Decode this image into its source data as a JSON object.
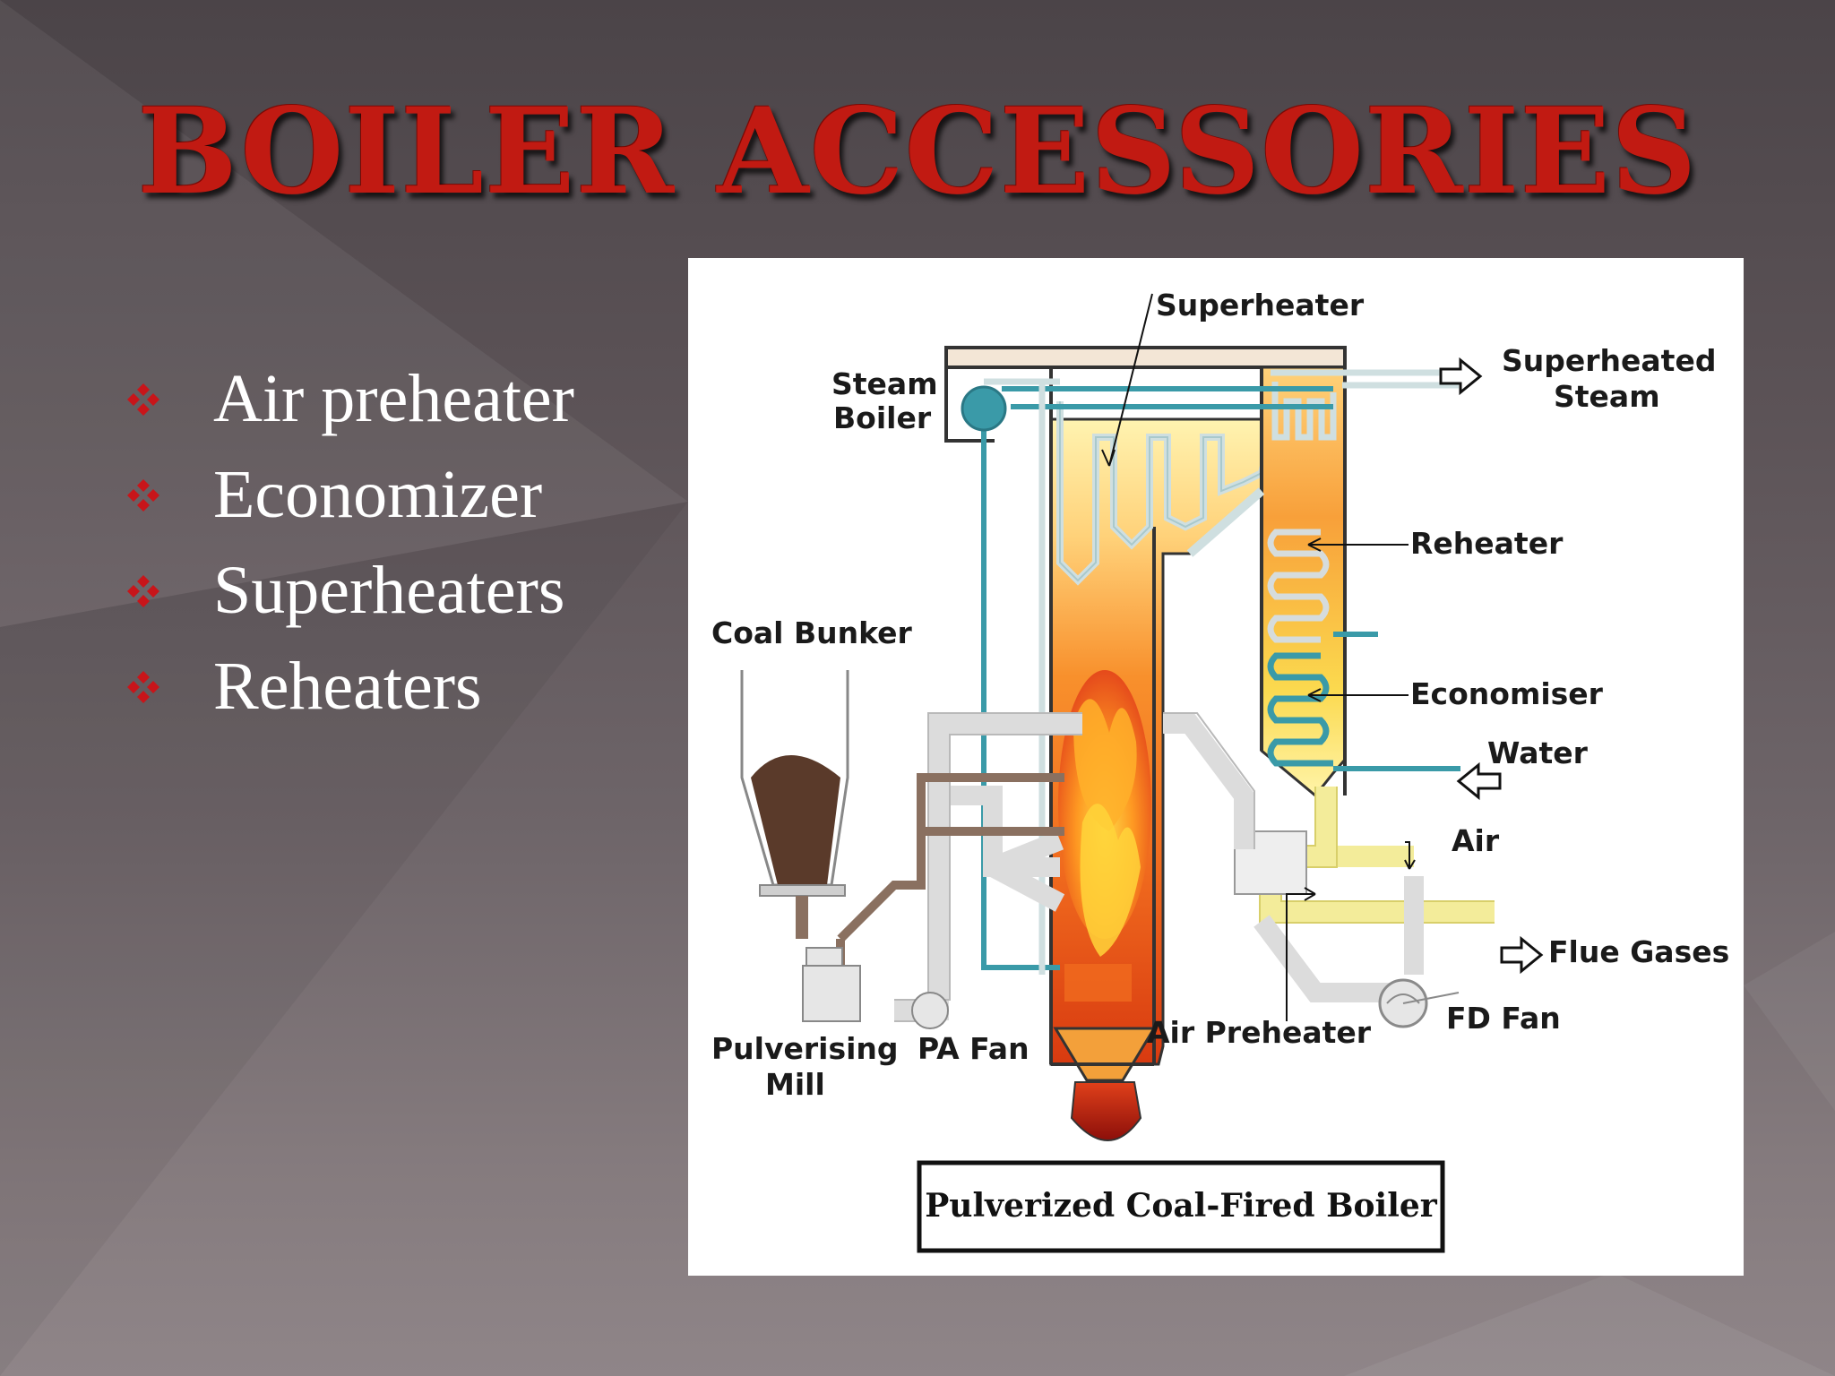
{
  "slide": {
    "title": "BOILER ACCESSORIES",
    "bullets": [
      "Air preheater",
      "Economizer",
      "Superheaters",
      "Reheaters"
    ]
  },
  "diagram": {
    "caption": "Pulverized Coal-Fired Boiler",
    "labels": {
      "superheater": "Superheater",
      "steam_boiler_1": "Steam",
      "steam_boiler_2": "Boiler",
      "superheated_steam_1": "Superheated",
      "superheated_steam_2": "Steam",
      "reheater": "Reheater",
      "coal_bunker": "Coal Bunker",
      "economiser": "Economiser",
      "water": "Water",
      "air": "Air",
      "flue_gases": "Flue Gases",
      "fd_fan": "FD Fan",
      "air_preheater": "Air Preheater",
      "pulverising_mill_1": "Pulverising",
      "pulverising_mill_2": "Mill",
      "pa_fan": "PA Fan"
    }
  },
  "colors": {
    "title": "#c11a12",
    "bullet_marker": "#c8151a",
    "water_steam_pipe": "#3a9aa8",
    "flue_gas_duct": "#f3ec9a",
    "air_duct": "#dcdcdc",
    "coal_duct": "#8a7060"
  },
  "icons": {
    "bullet": "diamond-cluster-icon"
  }
}
